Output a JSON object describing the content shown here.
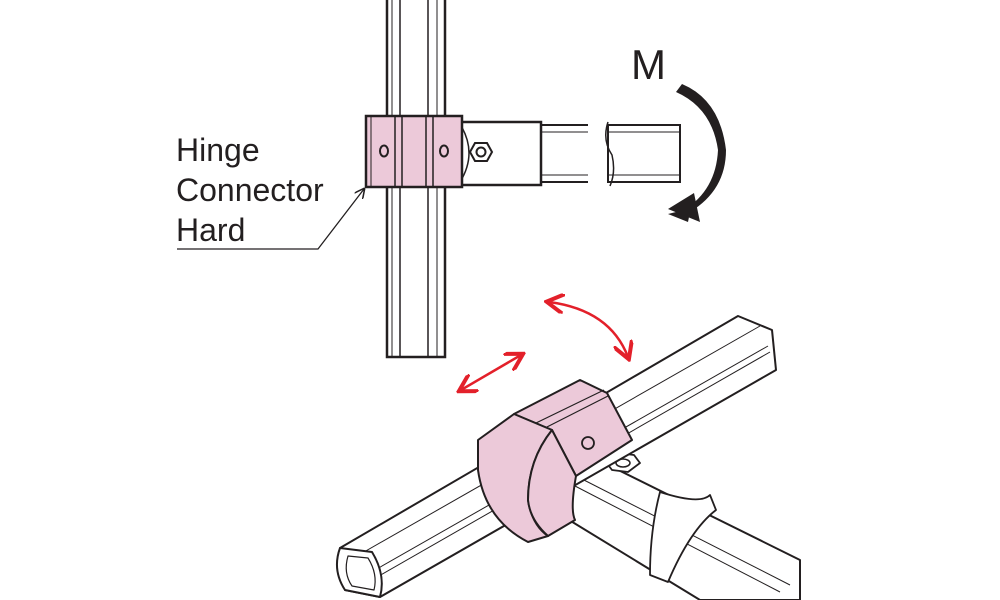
{
  "labels": {
    "line1": "Hinge",
    "line2": "Connector",
    "line3": "Hard",
    "moment": "M"
  },
  "colors": {
    "connector_fill": "#ecc9d9",
    "motion_arrow": "#e3202a",
    "line": "#231f20"
  }
}
